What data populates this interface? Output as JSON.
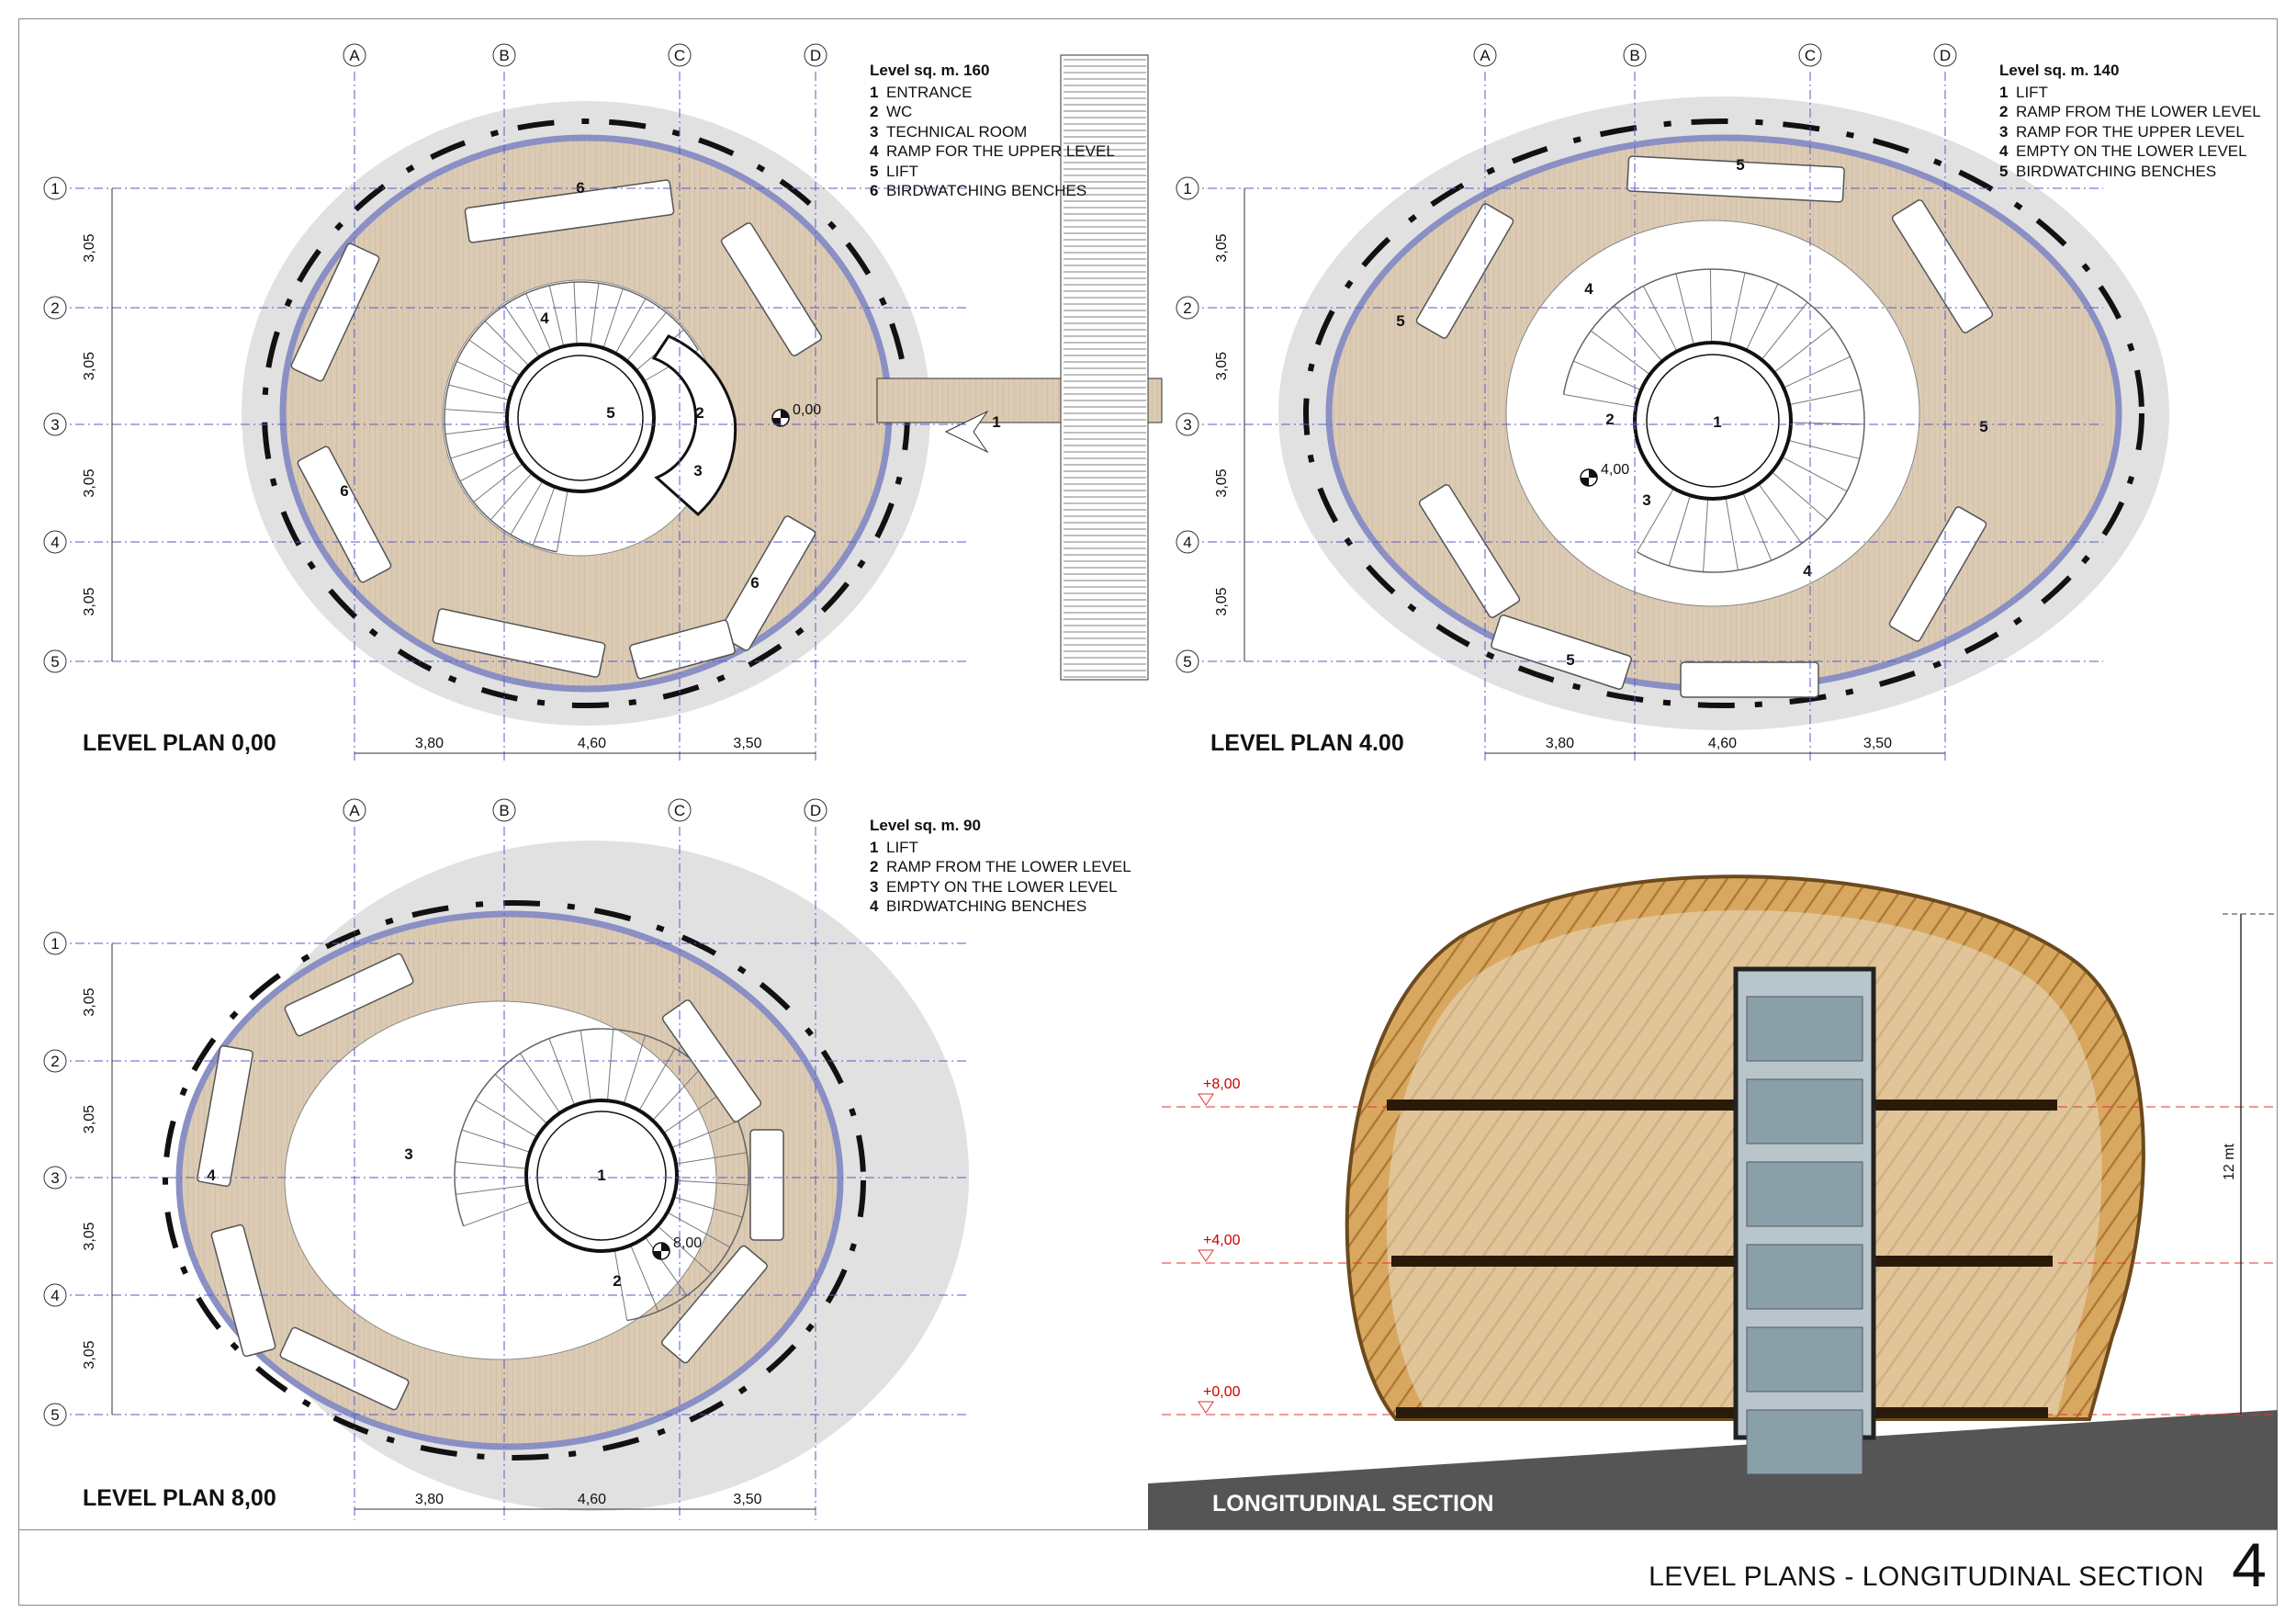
{
  "sheet": {
    "title": "LEVEL PLANS - LONGITUDINAL SECTION",
    "number": "4"
  },
  "grid": {
    "columns": [
      "A",
      "B",
      "C",
      "D"
    ],
    "rows": [
      "1",
      "2",
      "3",
      "4",
      "5"
    ],
    "row_spacing": "3,05",
    "col_spacing": [
      "3,80",
      "4,60",
      "3,50"
    ]
  },
  "plans": [
    {
      "title": "LEVEL PLAN 0,00",
      "legend_head": "Level sq. m. 160",
      "legend": [
        [
          "1",
          "ENTRANCE"
        ],
        [
          "2",
          "WC"
        ],
        [
          "3",
          "TECHNICAL ROOM"
        ],
        [
          "4",
          "RAMP FOR THE UPPER LEVEL"
        ],
        [
          "5",
          "LIFT"
        ],
        [
          "6",
          "BIRDWATCHING BENCHES"
        ]
      ],
      "level_mark": "0,00"
    },
    {
      "title": "LEVEL PLAN 4.00",
      "legend_head": "Level sq. m. 140",
      "legend": [
        [
          "1",
          "LIFT"
        ],
        [
          "2",
          "RAMP FROM THE LOWER LEVEL"
        ],
        [
          "3",
          "RAMP FOR THE UPPER LEVEL"
        ],
        [
          "4",
          "EMPTY ON THE LOWER LEVEL"
        ],
        [
          "5",
          "BIRDWATCHING BENCHES"
        ]
      ],
      "level_mark": "4,00"
    },
    {
      "title": "LEVEL PLAN 8,00",
      "legend_head": "Level sq. m. 90",
      "legend": [
        [
          "1",
          "LIFT"
        ],
        [
          "2",
          "RAMP FROM THE LOWER LEVEL"
        ],
        [
          "3",
          "EMPTY ON THE LOWER LEVEL"
        ],
        [
          "4",
          "BIRDWATCHING BENCHES"
        ]
      ],
      "level_mark": "8,00"
    }
  ],
  "section": {
    "title": "LONGITUDINAL SECTION",
    "levels": [
      "+8,00",
      "+4,00",
      "+0,00"
    ],
    "height_label": "12 mt"
  },
  "colors": {
    "floor": "#dccbb4",
    "ring": "#8a8fc4",
    "grid": "#5a5ac8",
    "shell": "#d9d9d9",
    "wood": "#c8964a"
  }
}
